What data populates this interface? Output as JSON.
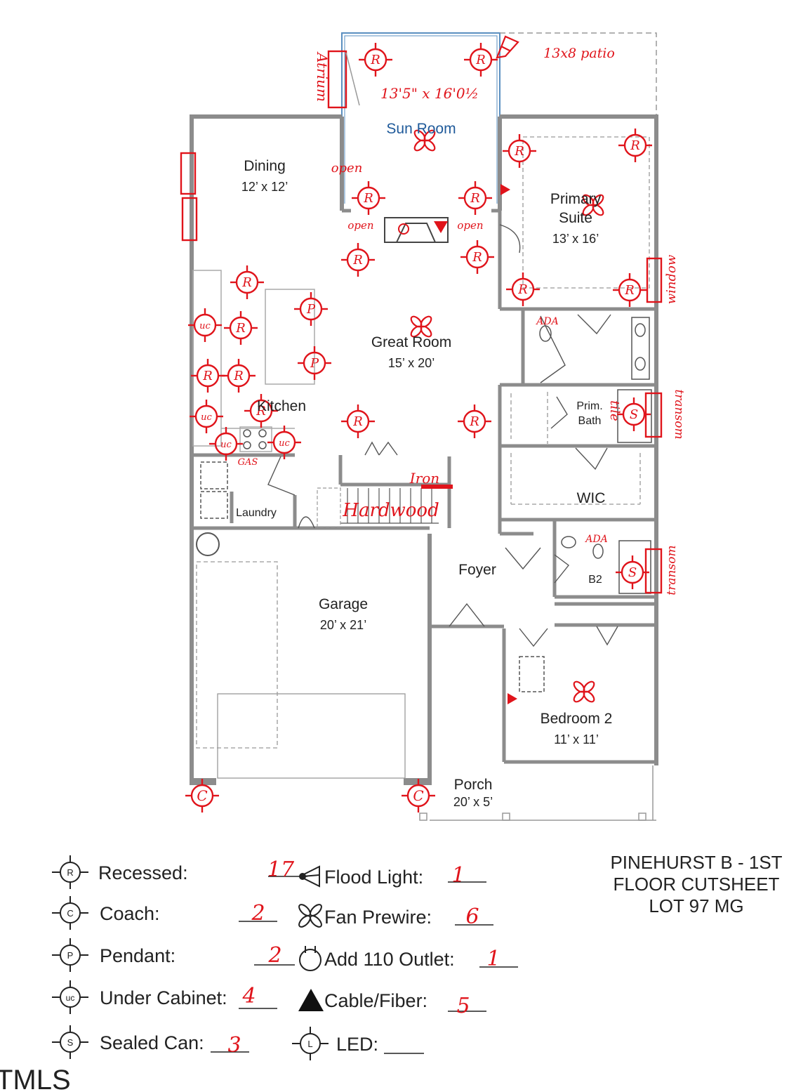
{
  "rooms": {
    "sun_room": {
      "name": "Sun Room",
      "dim_note": "13'5\" x 16'0½"
    },
    "dining": {
      "name": "Dining",
      "dim": "12’ x 12’"
    },
    "primary_suite": {
      "name_line1": "Primary",
      "name_line2": "Suite",
      "dim": "13’ x 16’"
    },
    "great_room": {
      "name": "Great Room",
      "dim": "15’ x 20’"
    },
    "kitchen": {
      "name": "Kitchen"
    },
    "prim_bath": {
      "name_line1": "Prim.",
      "name_line2": "Bath"
    },
    "wic": {
      "name": "WIC"
    },
    "laundry": {
      "name": "Laundry"
    },
    "foyer": {
      "name": "Foyer"
    },
    "b2": {
      "name": "B2"
    },
    "garage": {
      "name": "Garage",
      "dim": "20’ x 21’"
    },
    "bedroom2": {
      "name": "Bedroom 2",
      "dim": "11’ x 11’"
    },
    "porch": {
      "name": "Porch",
      "dim": "20’ x 5’"
    }
  },
  "annotations": {
    "atrium": "Atrium",
    "patio": "13x8 patio",
    "open_dining": "open",
    "open_left": "open",
    "open_right": "open",
    "window": "window",
    "tile": "tile",
    "transom1": "transom",
    "transom2": "transom",
    "ada1": "ADA",
    "ada2": "ADA",
    "gas": "GAS",
    "iron": "Iron",
    "hardwood": "Hardwood"
  },
  "fixture_letters": {
    "recessed": "R",
    "coach": "C",
    "pendant": "P",
    "under_cabinet": "uc",
    "sealed_can": "S"
  },
  "legend": {
    "recessed": {
      "label": "Recessed:",
      "count": "17"
    },
    "coach": {
      "label": "Coach:",
      "count": "2"
    },
    "pendant": {
      "label": "Pendant:",
      "count": "2"
    },
    "under_cabinet": {
      "label": "Under Cabinet:",
      "count": "4"
    },
    "sealed_can": {
      "label": "Sealed Can:",
      "count": "3"
    },
    "flood_light": {
      "label": "Flood Light:",
      "count": "1"
    },
    "fan_prewire": {
      "label": "Fan Prewire:",
      "count": "6"
    },
    "add_outlet": {
      "label": "Add 110 Outlet:",
      "count": "1"
    },
    "cable_fiber": {
      "label": "Cable/Fiber:",
      "count": "5"
    },
    "led": {
      "label": "LED:",
      "count": ""
    },
    "led_letter": "L"
  },
  "title": {
    "line1": "PINEHURST B - 1ST",
    "line2": "FLOOR CUTSHEET",
    "line3": "LOT 97 MG"
  },
  "watermark": "TMLS",
  "colors": {
    "markup": "#e0141b",
    "wall": "#8c8c8c",
    "sunroom": "#5a8fc0"
  }
}
